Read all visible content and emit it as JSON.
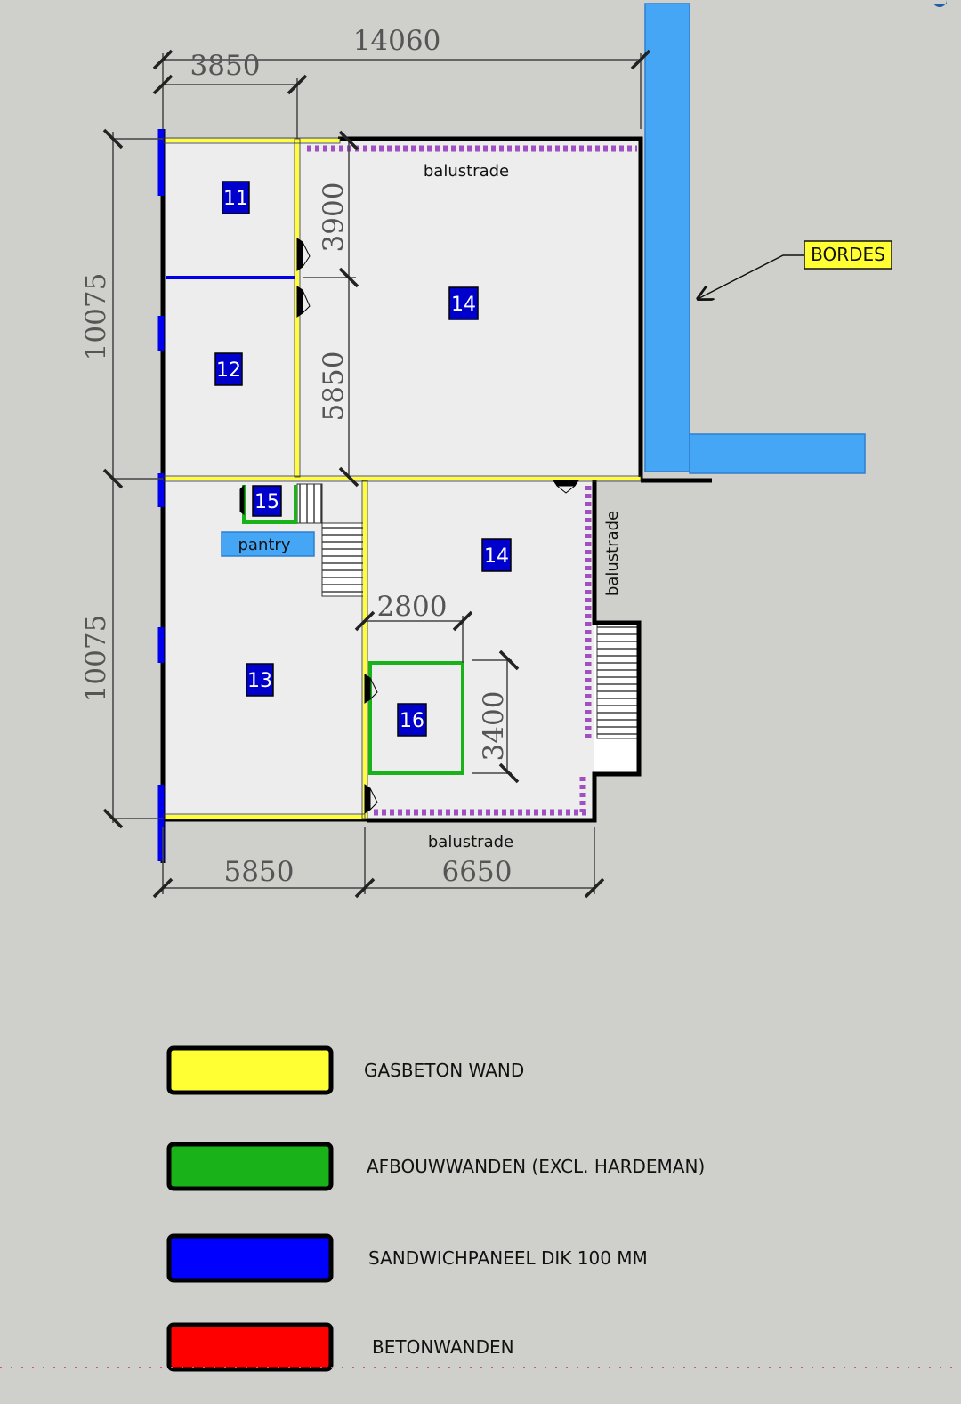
{
  "dimensions": {
    "total_width": "14060",
    "top_left": "3850",
    "left_upper": "10075",
    "left_lower": "10075",
    "inner_upper": "3900",
    "inner_lower": "5850",
    "inner_room": "2800",
    "room_height": "3400",
    "bottom_left": "5850",
    "bottom_right": "6650"
  },
  "rooms": {
    "r11": "11",
    "r12": "12",
    "r13": "13",
    "r14_top": "14",
    "r14_bottom": "14",
    "r15": "15",
    "r16": "16"
  },
  "labels": {
    "balustrade_top": "balustrade",
    "balustrade_right": "balustrade",
    "balustrade_bottom": "balustrade",
    "pantry": "pantry",
    "bordes": "BORDES"
  },
  "legend": [
    {
      "label": "GASBETON WAND",
      "color": "#ffff33"
    },
    {
      "label": "AFBOUWWANDEN (EXCL. HARDEMAN)",
      "color": "#19b319"
    },
    {
      "label": "SANDWICHPANEEL DIK 100 MM",
      "color": "#0000ff"
    },
    {
      "label": "BETONWANDEN",
      "color": "#ff0000"
    }
  ],
  "colors": {
    "gasbeton": "#ffff33",
    "afbouw": "#19b319",
    "sandwich": "#0000ee",
    "beton": "#ff0000",
    "bordes": "#44a6f5",
    "balustrade": "#a050c0",
    "room_tag": "#0000cc",
    "floor": "#ededed",
    "background": "#cfcfcb"
  },
  "icons": {
    "compass": "compass-icon"
  }
}
